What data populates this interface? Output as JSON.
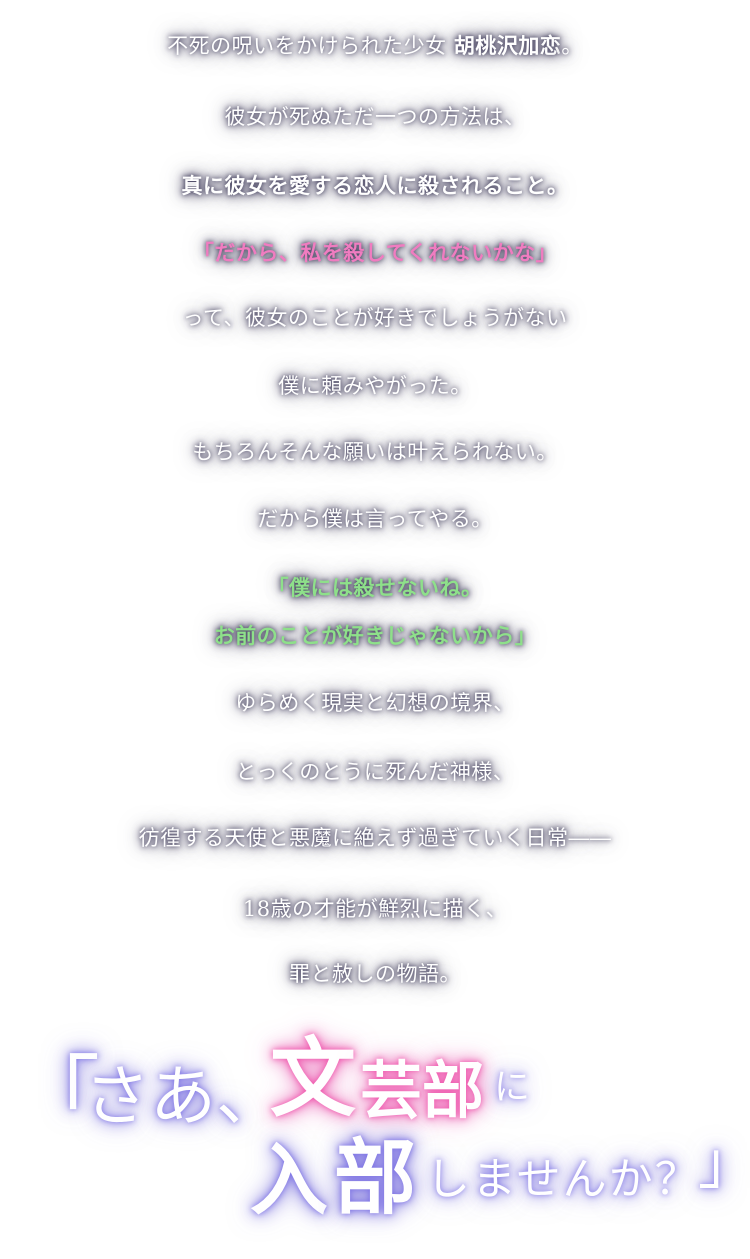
{
  "story": {
    "line1_prefix": "不死の呪いをかけられた少女",
    "line1_name": "胡桃沢加恋",
    "line1_suffix": "。",
    "line2": "彼女が死ぬただ一つの方法は、",
    "line3": "真に彼女を愛する恋人に殺されること。",
    "line4": "「だから、私を殺してくれないかな」",
    "line5": "って、彼女のことが好きでしょうがない",
    "line6": "僕に頼みやがった。",
    "line7": "もちろんそんな願いは叶えられない。",
    "line8": "だから僕は言ってやる。",
    "line9a": "「僕には殺せないね。",
    "line9b": "お前のことが好きじゃないから」",
    "line10": "ゆらめく現実と幻想の境界、",
    "line11": "とっくのとうに死んだ神様、",
    "line12": "彷徨する天使と悪魔に絶えず過ぎていく日常――",
    "line13": "18歳の才能が鮮烈に描く、",
    "line14": "罪と赦しの物語。"
  },
  "catchphrase": {
    "open_bracket": "「",
    "saa": "さあ、",
    "bungei": "文",
    "geibu": "芸部",
    "ni": "に",
    "nyu": "入",
    "bu": "部",
    "rest": "しませんか？",
    "close_bracket": "」"
  },
  "colors": {
    "pink_quote": "#f07cc0",
    "green_quote": "#8ee08a",
    "glow": "#5a5670"
  }
}
